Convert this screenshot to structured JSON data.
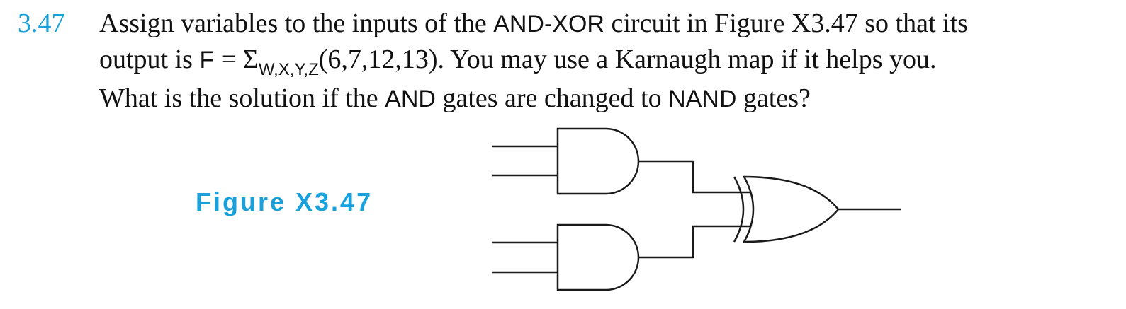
{
  "problem": {
    "number": "3.47",
    "line1": {
      "pre": "Assign variables to the inputs of the ",
      "gate_term": "AND-XOR",
      "post": " circuit in Figure X3.47 so that its"
    },
    "line2": {
      "pre": "output is ",
      "func": "F",
      "eq": " = Σ",
      "vars": "W,X,Y,Z",
      "terms": "(6,7,12,13). You may use a Karnaugh map if it helps you."
    },
    "line3": {
      "pre": "What is the solution if the ",
      "and_word": "AND",
      "mid": " gates are changed to ",
      "nand_word": "NAND",
      "post": " gates?"
    }
  },
  "figure": {
    "label": "Figure X3.47"
  },
  "colors": {
    "accent": "#1aa1dc",
    "text": "#111111"
  }
}
